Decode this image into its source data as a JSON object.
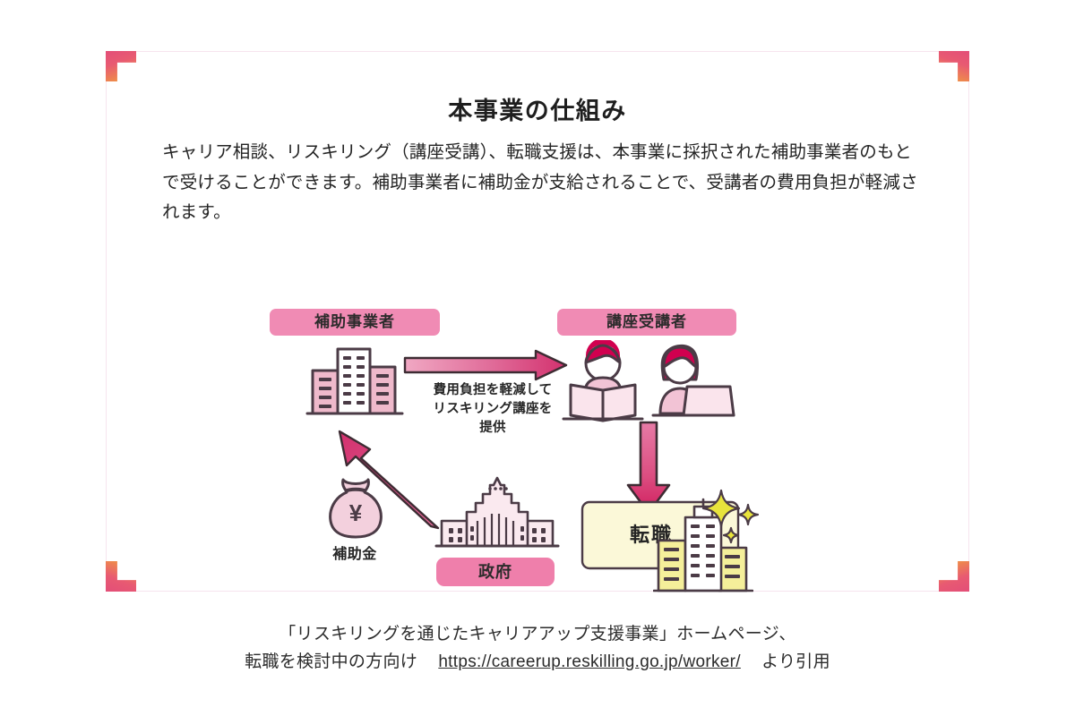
{
  "card": {
    "title": "本事業の仕組み",
    "body": "キャリア相談、リスキリング（講座受講）、転職支援は、本事業に採択された補助事業者のもとで受けることができます。補助事業者に補助金が支給されることで、受講者の費用負担が軽減されます。",
    "corner_gradient": {
      "from": "#e34e78",
      "to": "#f1a13a"
    },
    "border_color": "#f6e4ee"
  },
  "diagram": {
    "labels": {
      "provider": "補助事業者",
      "learner": "講座受講者",
      "government": "政府",
      "subsidy": "補助金",
      "job_change": "転職"
    },
    "arrow_note": {
      "line1": "費用負担を軽減して",
      "line2": "リスキリング講座を",
      "line3": "提供"
    },
    "money_symbol": "¥",
    "colors": {
      "pill_light": "#f08bb4",
      "pill_strong": "#ef7fab",
      "arrow_pink": "#d94a7e",
      "arrow_pink_light": "#f2a7c4",
      "icon_outline": "#4b3b46",
      "building_pink": "#efb9cb",
      "hair_crimson": "#d1004f",
      "job_box_yellow": "#fbf8d8",
      "building_yellow": "#f5ef9a",
      "sparkle_yellow": "#e8e43c"
    }
  },
  "caption": {
    "line1": "「リスキリングを通じたキャリアアップ支援事業」ホームページ、",
    "line2_before": "転職を検討中の方向け",
    "url": "https://careerup.reskilling.go.jp/worker/",
    "line2_after": "より引用"
  }
}
